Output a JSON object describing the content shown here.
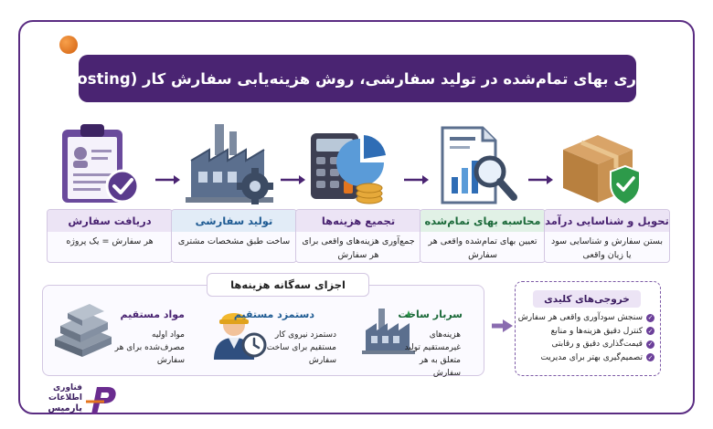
{
  "title": "حسابداری بهای تمام‌شده در تولید سفارشی، روش هزینه‌یابی سفارش کار (Job Costing)",
  "steps": [
    {
      "title": "دریافت سفارش",
      "desc": "هر سفارش = یک پروژه",
      "color": "#4a2472"
    },
    {
      "title": "تولید سفارشی",
      "desc": "ساخت طبق مشخصات مشتری",
      "color": "#1f5b93"
    },
    {
      "title": "تجمیع هزینه‌ها",
      "desc": "جمع‌آوری هزینه‌های واقعی برای هر سفارش",
      "color": "#4a2472"
    },
    {
      "title": "محاسبه بهای تمام‌شده",
      "desc": "تعیین بهای تمام‌شده واقعی هر سفارش",
      "color": "#1c6a3a"
    },
    {
      "title": "تحویل و شناسایی درآمد",
      "desc": "بستن سفارش و شناسایی سود یا زیان واقعی",
      "color": "#4a2472"
    }
  ],
  "components": {
    "title": "اجزای سه‌گانه هزینه‌ها",
    "items": [
      {
        "title": "مواد مستقیم",
        "desc": "مواد اولیه مصرف‌شده برای هر سفارش",
        "color": "#4a2472"
      },
      {
        "title": "دستمزد مستقیم",
        "desc": "دستمزد نیروی کار مستقیم برای ساخت سفارش",
        "color": "#1f5b93"
      },
      {
        "title": "سربار ساخت",
        "desc": "هزینه‌های غیرمستقیم تولید متعلق به هر سفارش",
        "color": "#1c6a3a"
      }
    ]
  },
  "outputs": {
    "title": "خروجی‌های کلیدی",
    "items": [
      "سنجش سودآوری واقعی هر سفارش",
      "کنترل دقیق هزینه‌ها و منابع",
      "قیمت‌گذاری دقیق و رقابتی",
      "تصمیم‌گیری بهتر برای مدیریت"
    ]
  },
  "brand": {
    "line1": "فناوری",
    "line2": "اطلاعات",
    "line3": "پارمیس"
  },
  "colors": {
    "purple": "#4a2472",
    "blue": "#1f5b93",
    "green": "#1c6a3a",
    "accent": "#e4751e"
  },
  "icons": [
    "clipboard-check-icon",
    "factory-gear-icon",
    "calculator-coins-icon",
    "report-magnifier-icon",
    "box-shield-icon",
    "steel-beams-icon",
    "worker-clock-icon",
    "factory-icon",
    "check-bullet-icon",
    "arrow-right-icon"
  ]
}
